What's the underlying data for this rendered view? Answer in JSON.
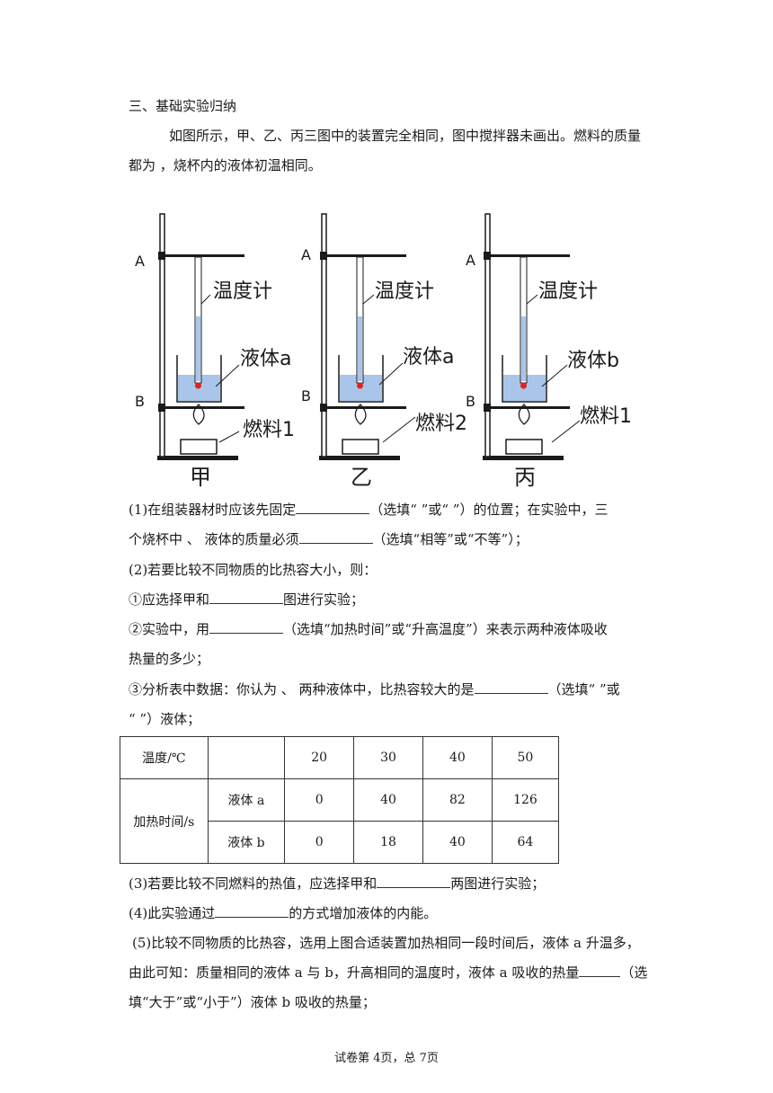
{
  "section_title": "三、基础实验归纳",
  "intro": {
    "line1": "如图所示，甲、乙、丙三图中的装置完全相同，图中搅拌器未画出。燃料的质量",
    "line2": "都为 ，烧杯内的液体初温相同。"
  },
  "figure": {
    "label_a": "A",
    "label_b": "B",
    "thermometer": "温度计",
    "panels": [
      {
        "caption": "甲",
        "liquid": "液体a",
        "fuel": "燃料1"
      },
      {
        "caption": "乙",
        "liquid": "液体a",
        "fuel": "燃料2"
      },
      {
        "caption": "丙",
        "liquid": "液体b",
        "fuel": "燃料1"
      }
    ]
  },
  "questions": {
    "q1_a": "(1)在组装器材时应该先固定",
    "q1_b": "（选填“ ”或“ ”）的位置；在实验中，三",
    "q1_c": "个烧杯中 、 液体的质量必须",
    "q1_d": "（选填“相等”或“不等”）；",
    "q2": "(2)若要比较不同物质的比热容大小，则：",
    "q2_1_a": "①应选择甲和",
    "q2_1_b": "图进行实验；",
    "q2_2_a": "②实验中，用",
    "q2_2_b": "（选填“加热时间”或“升高温度”）来表示两种液体吸收",
    "q2_2_c": "热量的多少；",
    "q2_3_a": "③分析表中数据：你认为 、 两种液体中，比热容较大的是",
    "q2_3_b": "（选填“ ”或",
    "q2_3_c": "“ ”）液体；",
    "q3_a": "(3)若要比较不同燃料的热值，应选择甲和",
    "q3_b": "两图进行实验；",
    "q4_a": "(4)此实验通过",
    "q4_b": "的方式增加液体的内能。",
    "q5_a": "(5)比较不同物质的比热容，选用上图合适装置加热相同一段时间后，液体 a 升温多，",
    "q5_b": "由此可知：质量相同的液体 a 与 b，升高相同的温度时，液体 a 吸收的热量",
    "q5_c": "（选",
    "q5_d": "填“大于”或“小于”）液体 b 吸收的热量；"
  },
  "table": {
    "header_label": "温度/℃",
    "temps": [
      "20",
      "30",
      "40",
      "50"
    ],
    "row_group_label": "加热时间/s",
    "rows": [
      {
        "name": "液体 a",
        "values": [
          "0",
          "40",
          "82",
          "126"
        ]
      },
      {
        "name": "液体 b",
        "values": [
          "0",
          "18",
          "40",
          "64"
        ]
      }
    ]
  },
  "footer": "试卷第 4页，总 7页",
  "colors": {
    "liquid": "#a9c6ea",
    "bulb": "#e2231a",
    "line": "#1a1a1a"
  }
}
